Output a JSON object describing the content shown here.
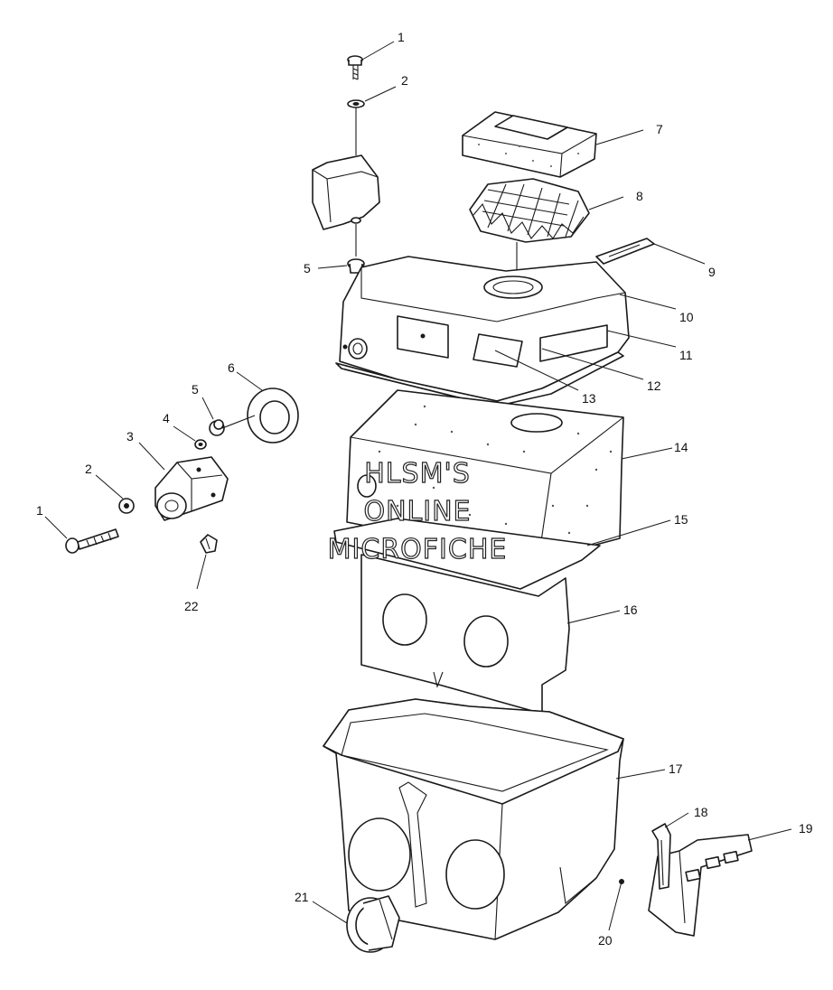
{
  "watermark": {
    "line1": "HLSM'S",
    "line2": "ONLINE",
    "line3": "MICROFICHE"
  },
  "callouts": {
    "c1a": "1",
    "c2a": "2",
    "c5a": "5",
    "c7": "7",
    "c8": "8",
    "c9": "9",
    "c10": "10",
    "c11": "11",
    "c12": "12",
    "c13": "13",
    "c6": "6",
    "c5b": "5",
    "c4": "4",
    "c3": "3",
    "c2b": "2",
    "c1b": "1",
    "c22": "22",
    "c14": "14",
    "c15": "15",
    "c16": "16",
    "c17": "17",
    "c18": "18",
    "c19": "19",
    "c20": "20",
    "c21": "21"
  }
}
